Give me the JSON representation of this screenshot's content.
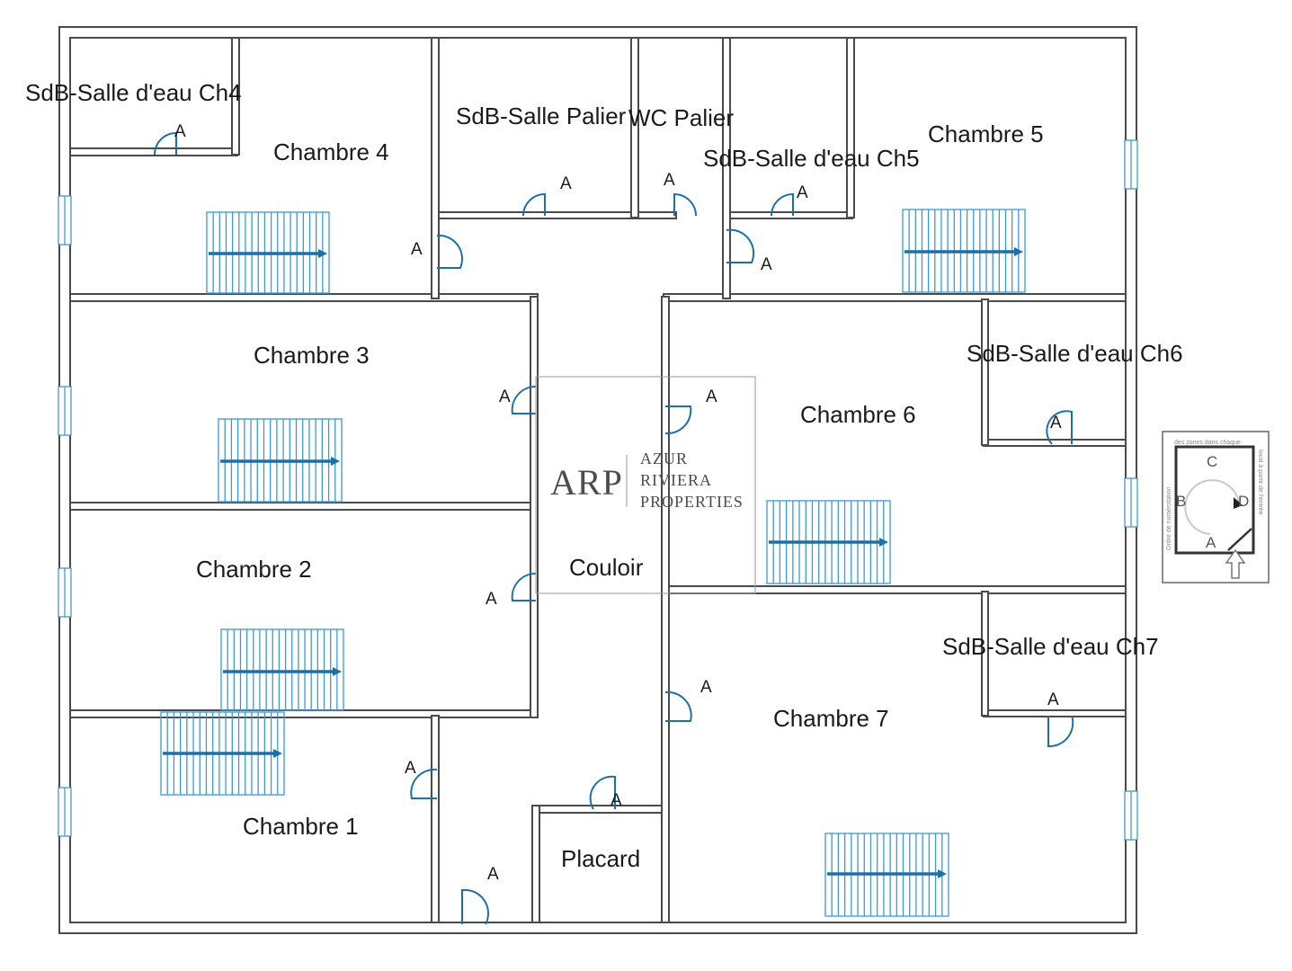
{
  "rooms": {
    "sdb_ch4": "SdB-Salle d'eau Ch4",
    "chambre4": "Chambre 4",
    "sdb_palier": "SdB-Salle Palier",
    "wc_palier": "WC Palier",
    "sdb_ch5": "SdB-Salle d'eau Ch5",
    "chambre5": "Chambre 5",
    "chambre3": "Chambre 3",
    "sdb_ch6": "SdB-Salle d'eau Ch6",
    "chambre6": "Chambre 6",
    "chambre2": "Chambre 2",
    "couloir": "Couloir",
    "sdb_ch7": "SdB-Salle d'eau Ch7",
    "chambre7": "Chambre 7",
    "chambre1": "Chambre 1",
    "placard": "Placard"
  },
  "door_marker": "A",
  "watermark": {
    "initials": "ARP",
    "line1": "AZUR",
    "line2": "RIVIERA",
    "line3": "PROPERTIES"
  },
  "legend": {
    "a": "A",
    "b": "B",
    "c": "C",
    "d": "D",
    "caption_top": "des zones dans chaque",
    "caption_left": "Ordre de numérotation",
    "caption_right": "local à partir de l'entrée"
  },
  "colors": {
    "wall": "#4a4a4a",
    "door": "#1e6fa5",
    "bed": "#3a9ad3"
  }
}
